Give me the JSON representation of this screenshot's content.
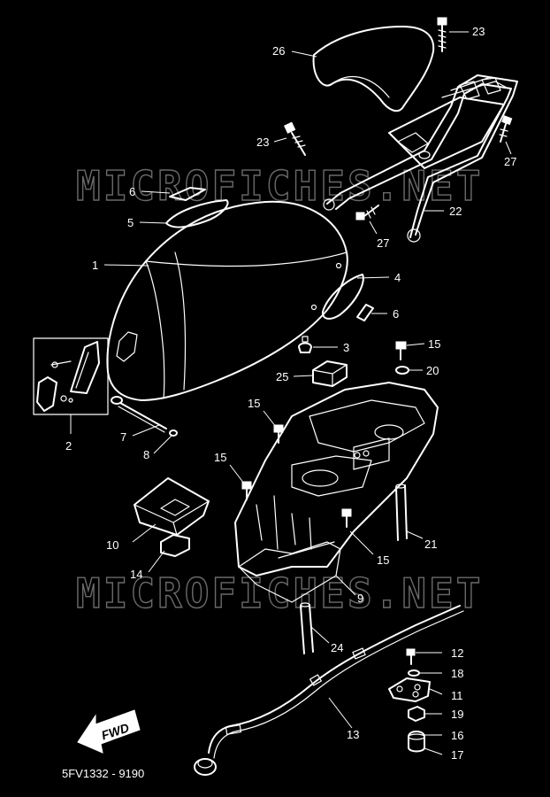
{
  "diagram": {
    "watermark": "MICROFICHES.NET",
    "footer_code": "5FV1332 - 9190",
    "direction_label": "FWD",
    "part_numbers": {
      "p1": "1",
      "p2": "2",
      "p3": "3",
      "p4": "4",
      "p5": "5",
      "p6a": "6",
      "p6b": "6",
      "p7": "7",
      "p8": "8",
      "p9": "9",
      "p10": "10",
      "p11": "11",
      "p12": "12",
      "p13": "13",
      "p14": "14",
      "p15a": "15",
      "p15b": "15",
      "p15c": "15",
      "p15d": "15",
      "p16": "16",
      "p17": "17",
      "p18": "18",
      "p19": "19",
      "p20": "20",
      "p21": "21",
      "p22": "22",
      "p23a": "23",
      "p23b": "23",
      "p24": "24",
      "p25": "25",
      "p26": "26",
      "p27a": "27",
      "p27b": "27"
    }
  }
}
